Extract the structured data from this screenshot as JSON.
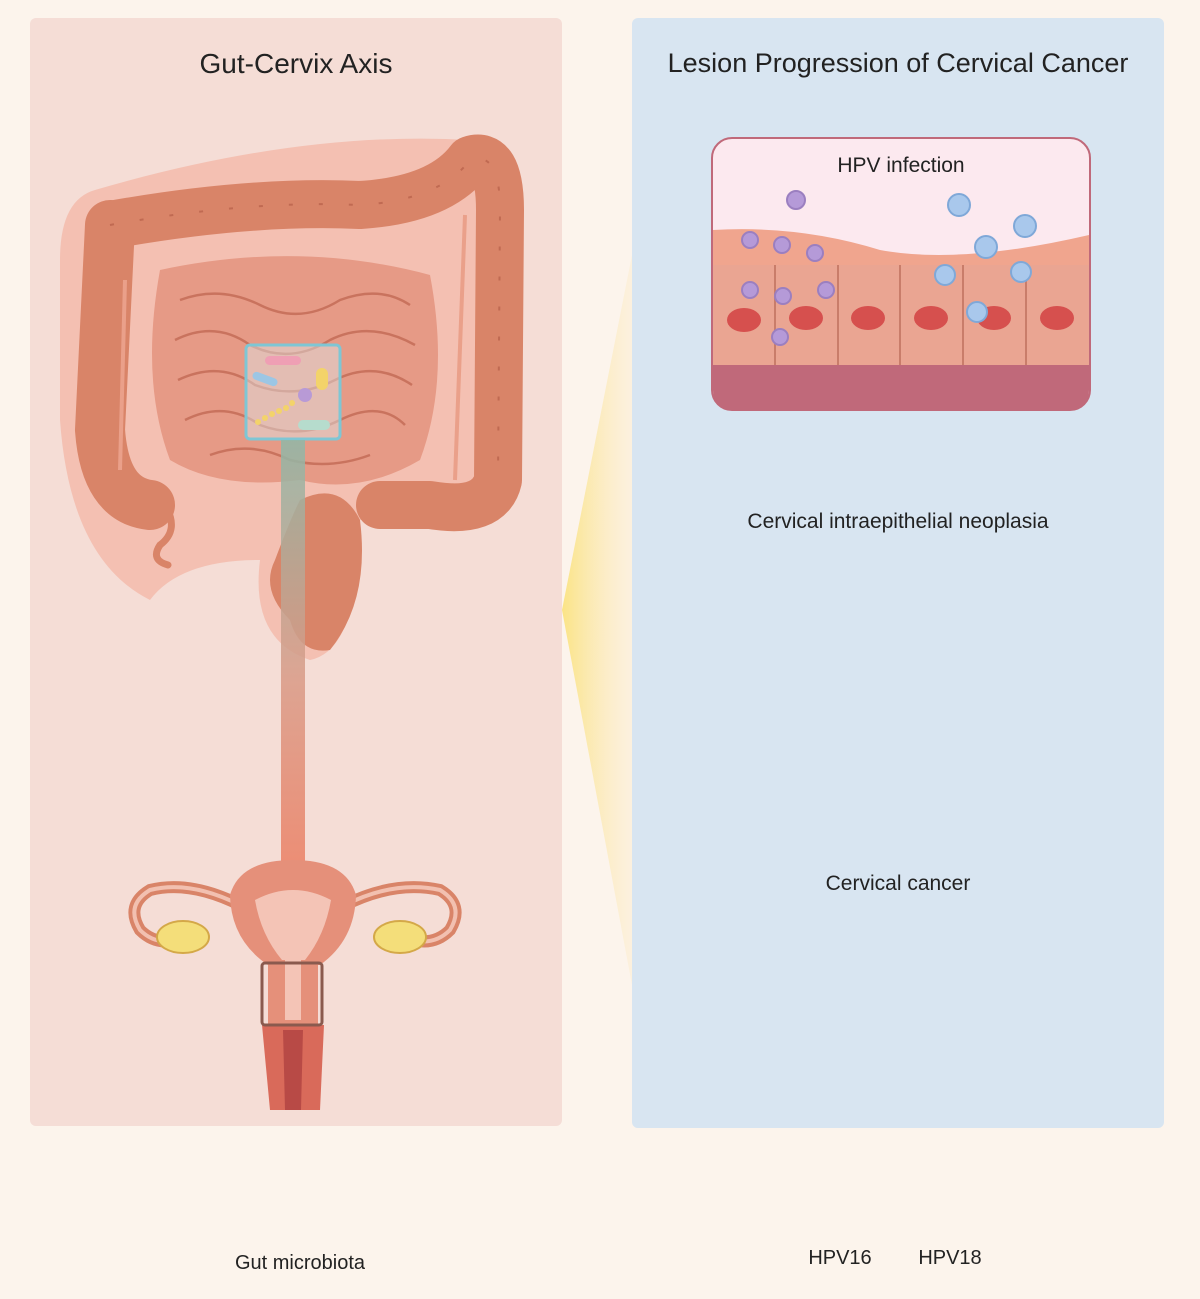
{
  "left_panel": {
    "title": "Gut-Cervix Axis",
    "legend_label": "Gut  microbiota"
  },
  "right_panel": {
    "title": "Lesion Progression of Cervical Cancer",
    "stages": [
      {
        "label": "HPV infection"
      },
      {
        "label": "Cervical intraepithelial neoplasia"
      },
      {
        "label": "Cervical cancer"
      }
    ],
    "legend": [
      {
        "label": "HPV16",
        "color": "#9b7fc0"
      },
      {
        "label": "HPV18",
        "color": "#7fa8d8"
      }
    ]
  },
  "colors": {
    "left_bg": "#f5ddd6",
    "right_bg": "#d8e5f1",
    "intestine": "#d98468",
    "tissue_base": "#c0697a",
    "cin_cells": "#a88478",
    "cancer_cells": "#e89a8a"
  }
}
